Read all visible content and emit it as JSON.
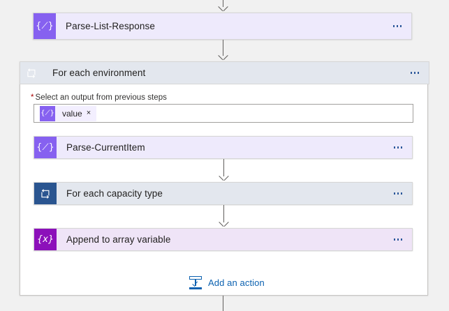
{
  "flow": {
    "nodes": [
      {
        "id": "parse-list-response",
        "title": "Parse-List-Response",
        "icon": "json-parse-icon",
        "icon_glyph": "{⟋}",
        "type": "parse-json",
        "accent": "#8661f0",
        "background": "#eeeafc",
        "menu_label": "..."
      },
      {
        "id": "for-each-environment",
        "title": "For each environment",
        "icon": "loop-icon",
        "type": "foreach-scope",
        "accent": "#2a5590",
        "background": "#e3e7ee",
        "menu_label": "..."
      },
      {
        "id": "parse-currentitem",
        "title": "Parse-CurrentItem",
        "icon": "json-parse-icon",
        "icon_glyph": "{⟋}",
        "type": "parse-json",
        "accent": "#8661f0",
        "background": "#eeeafc",
        "menu_label": "..."
      },
      {
        "id": "for-each-capacity-type",
        "title": "For each capacity type",
        "icon": "loop-icon",
        "type": "foreach",
        "accent": "#2a5590",
        "background": "#e3e7ee",
        "menu_label": "..."
      },
      {
        "id": "append-to-array-variable",
        "title": "Append to array variable",
        "icon": "variable-icon",
        "icon_glyph": "{x}",
        "type": "variable",
        "accent": "#8c10ba",
        "background": "#efe4f7",
        "menu_label": "..."
      }
    ],
    "foreach_field": {
      "required_marker": "*",
      "label": "Select an output from previous steps",
      "token": {
        "icon": "json-parse-icon",
        "icon_glyph": "{⟋}",
        "label": "value",
        "remove_label": "×"
      }
    },
    "add_action": {
      "icon": "add-action-icon",
      "label": "Add an action",
      "color": "#0b61b0"
    }
  }
}
